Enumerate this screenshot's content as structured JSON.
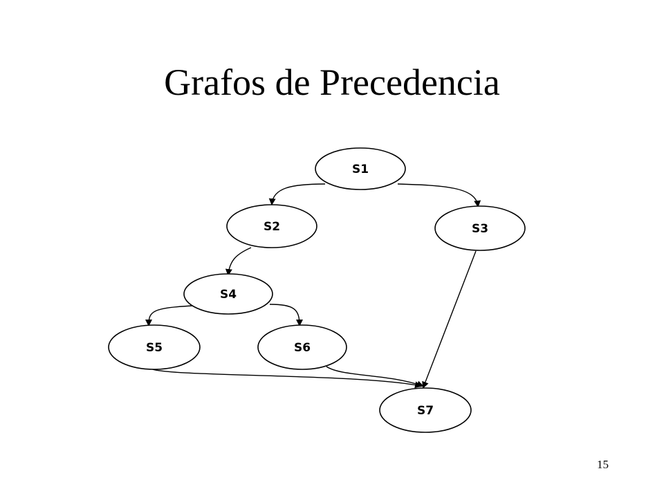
{
  "slide": {
    "title": "Grafos de Precedencia",
    "page_number": "15"
  },
  "graph": {
    "nodes": [
      {
        "id": "s1",
        "label": "S1"
      },
      {
        "id": "s2",
        "label": "S2"
      },
      {
        "id": "s3",
        "label": "S3"
      },
      {
        "id": "s4",
        "label": "S4"
      },
      {
        "id": "s5",
        "label": "S5"
      },
      {
        "id": "s6",
        "label": "S6"
      },
      {
        "id": "s7",
        "label": "S7"
      }
    ],
    "edges": [
      {
        "from": "S1",
        "to": "S2"
      },
      {
        "from": "S1",
        "to": "S3"
      },
      {
        "from": "S2",
        "to": "S4"
      },
      {
        "from": "S4",
        "to": "S5"
      },
      {
        "from": "S4",
        "to": "S6"
      },
      {
        "from": "S3",
        "to": "S7"
      },
      {
        "from": "S5",
        "to": "S7"
      },
      {
        "from": "S6",
        "to": "S7"
      }
    ]
  }
}
